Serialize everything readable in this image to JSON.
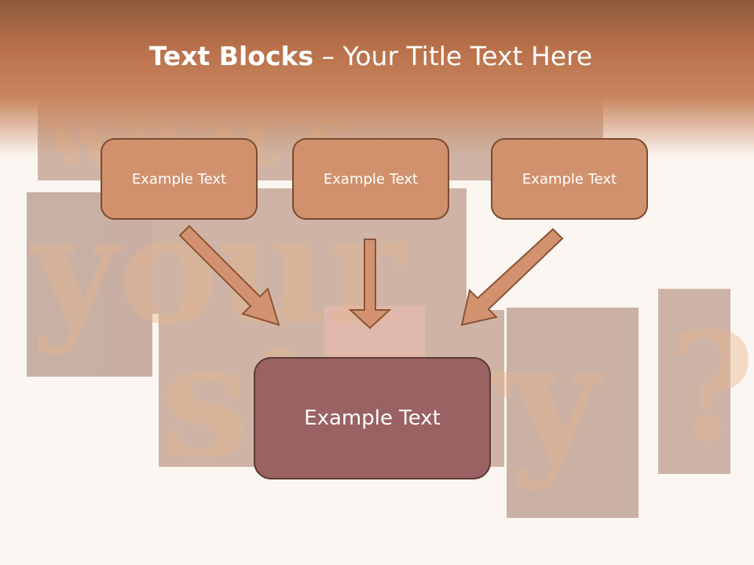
{
  "slide": {
    "title_bold": "Text Blocks",
    "title_dash": " – ",
    "title_rest": "Your Title Text Here",
    "boxes": [
      {
        "label": "Example Text"
      },
      {
        "label": "Example Text"
      },
      {
        "label": "Example Text"
      }
    ],
    "main_box": {
      "label": "Example Text"
    },
    "background_word": [
      "what's",
      "your",
      "story",
      "?"
    ]
  },
  "colors": {
    "header": "#c07a52",
    "box_fill": "#d0916c",
    "box_border": "#7b4a2f",
    "main_fill": "#9a6262",
    "main_border": "#5b3a34",
    "arrow_fill": "#d29270",
    "arrow_stroke": "#8a5434"
  }
}
